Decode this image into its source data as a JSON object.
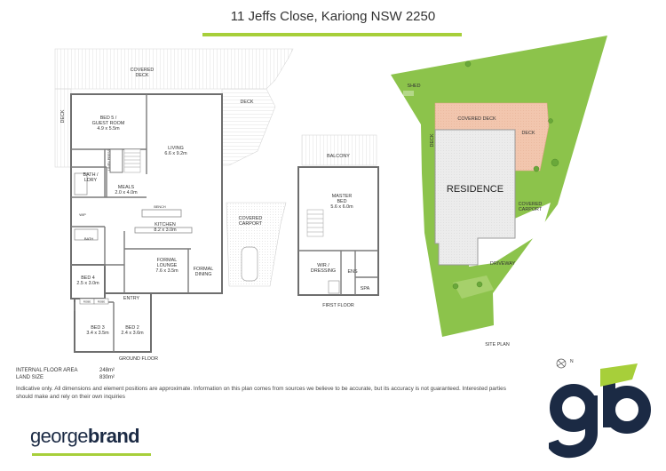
{
  "header": {
    "title": "11 Jeffs Close, Kariong NSW 2250"
  },
  "ground_floor": {
    "caption": "GROUND FLOOR",
    "labels": {
      "covered_deck": [
        "COVERED",
        "DECK"
      ],
      "deck_right": "DECK",
      "deck_left": "DECK",
      "bed5": [
        "BED 5 /",
        "GUEST ROOM",
        "4.9 x 5.5m"
      ],
      "living": [
        "LIVING",
        "6.6 x 9.2m"
      ],
      "linen": [
        "LINEN",
        "PRESS"
      ],
      "bath_ldry": [
        "BATH /",
        "LDRY"
      ],
      "meals": [
        "MEALS",
        "2.0 x 4.0m"
      ],
      "bench": "BENCH",
      "wip": "WIP",
      "kitchen": [
        "KITCHEN",
        "8.2 x 3.0m"
      ],
      "bath": "BATH",
      "formal_lounge": [
        "FORMAL",
        "LOUNGE",
        "7.6 x 3.5m"
      ],
      "formal_dining": [
        "FORMAL",
        "DINING"
      ],
      "bed4": [
        "BED 4",
        "2.5 x 3.0m"
      ],
      "entry": "ENTRY",
      "robe1": "ROBE",
      "robe2": "ROBE",
      "bed3": [
        "BED 3",
        "3.4 x 3.5m"
      ],
      "bed2": [
        "BED 2",
        "2.4 x 3.6m"
      ],
      "covered_carport": [
        "COVERED",
        "CARPORT"
      ]
    }
  },
  "first_floor": {
    "caption": "FIRST FLOOR",
    "labels": {
      "balcony": "BALCONY",
      "master": [
        "MASTER",
        "BED",
        "5.6 x 6.0m"
      ],
      "wir": [
        "WIR /",
        "DRESSING"
      ],
      "ens": "ENS",
      "spa": "SPA"
    }
  },
  "site_plan": {
    "caption": "SITE PLAN",
    "labels": {
      "shed": "SHED",
      "covered_deck": "COVERED DECK",
      "deck_left": "DECK",
      "deck_right": "DECK",
      "residence": "RESIDENCE",
      "covered_carport": [
        "COVERED",
        "CARPORT"
      ],
      "driveway": "DRIVEWAY"
    },
    "colors": {
      "lawn": "#8bc34a",
      "deck": "#f0c2a8",
      "residence": "#e6e6e6"
    }
  },
  "stats": [
    {
      "label": "INTERNAL FLOOR AREA",
      "value": "248m²"
    },
    {
      "label": "LAND SIZE",
      "value": "830m²"
    }
  ],
  "disclaimer": "Indicative only. All dimensions and element positions are approximate. Information on this plan comes from sources we believe to be accurate, but its accuracy is not guaranteed. Interested parties should make and rely on their own inquiries",
  "brand": {
    "part1": "george",
    "part2": "brand",
    "logo_letters": "gb",
    "navy": "#1b2a44",
    "accent": "#a7cf3a"
  },
  "compass": {
    "label": "N"
  }
}
